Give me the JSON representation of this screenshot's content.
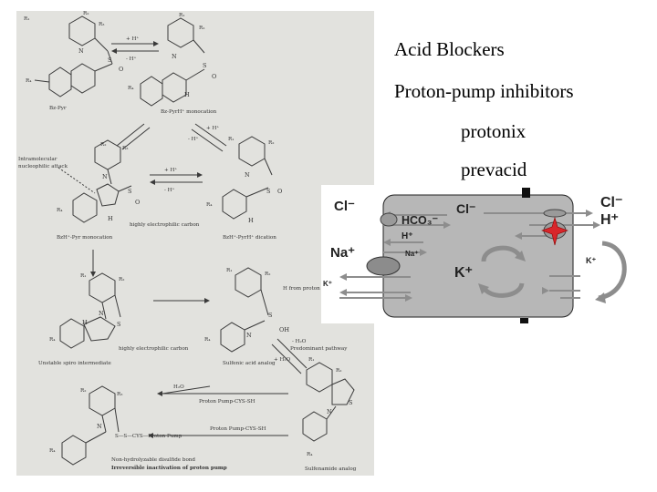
{
  "slide": {
    "items": [
      "Acid Blockers",
      "Proton-pump inhibitors",
      "protonix",
      "prevacid"
    ]
  },
  "mechanism": {
    "step1": "Bz-Pyr",
    "step2": "Bz-PyrH⁺ monocation",
    "step3": "BzH⁺-Pyr monocation",
    "step4": "BzH⁺-PyrH⁺ dication",
    "step5": "Unstable spiro intermediate",
    "step6": "Sulfenic acid analog",
    "step7": "Sulfenamide analog",
    "step8": "Non-hydrolyzable disulfide bond",
    "step8b": "Irreversible inactivation of proton pump",
    "lbl_intramolecular": "Intramolecular",
    "lbl_nucleophilic": "nucleophilic attack",
    "lbl_electrophilic1": "highly electrophilic carbon",
    "lbl_electrophilic2": "highly electrophilic carbon",
    "lbl_h_from_proton": "H from proton",
    "lbl_h2o_minus": "- H₂O",
    "lbl_predominant": "Predominant pathway",
    "lbl_h2o_plus": "+ H₂O",
    "lbl_h2o": "H₂O",
    "lbl_pump_cys1": "Proton Pump-CYS-SH",
    "lbl_pump_cys2": "Proton Pump-CYS-SH",
    "lbl_s_s_cys": "S—S—CYS—Proton Pump",
    "plus_h": "+ H⁺",
    "minus_h": "- H⁺",
    "sym_R1": "R₁",
    "sym_R2": "R₂",
    "sym_R3": "R₃",
    "sym_R4": "R₄",
    "sym_N": "N",
    "sym_H": "H",
    "sym_S": "S",
    "sym_O": "O",
    "sym_OH": "OH"
  },
  "cell": {
    "cl_left": "Cl⁻",
    "hco3": "HCO₃⁻",
    "cl_mid": "Cl⁻",
    "h_left": "H⁺",
    "na_big": "Na⁺",
    "na_small": "Na⁺",
    "k_left": "K⁺",
    "k_big": "K⁺",
    "k_right": "K⁺",
    "cl_right": "Cl⁻",
    "h_right": "H⁺",
    "colors": {
      "cell_fill": "#b7b7b7",
      "cell_border": "#202020",
      "pump_star": "#d8262b",
      "arrow_gray": "#8d8d8d"
    }
  }
}
